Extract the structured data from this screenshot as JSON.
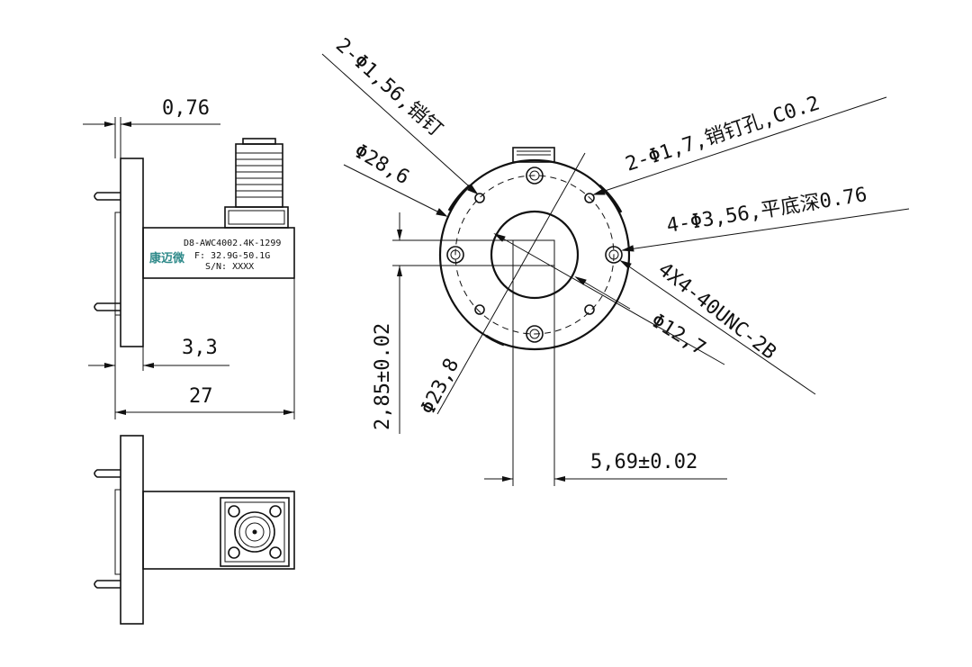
{
  "dimensions": {
    "flange_thickness": "0,76",
    "step_depth": "3,3",
    "overall_length": "27",
    "offset_vertical": "2,85±0.02",
    "offset_horizontal": "5,69±0.02",
    "diameter_bolt_circle": "Φ23,8",
    "diameter_outer": "Φ28,6",
    "diameter_inner": "Φ12,7"
  },
  "callouts": {
    "pin_holes": "2-Φ1,56,销钉",
    "pin_hole_chamfer": "2-Φ1,7,销钉孔,C0.2",
    "flat_bottom_holes": "4-Φ3,56,平底深0.76",
    "thread": "4X4-40UNC-2B"
  },
  "label": {
    "brand": "康迈微",
    "model": "D8-AWC4002.4K-1299",
    "frequency": "F: 32.9G-50.1G",
    "serial": "S/N: XXXX"
  }
}
